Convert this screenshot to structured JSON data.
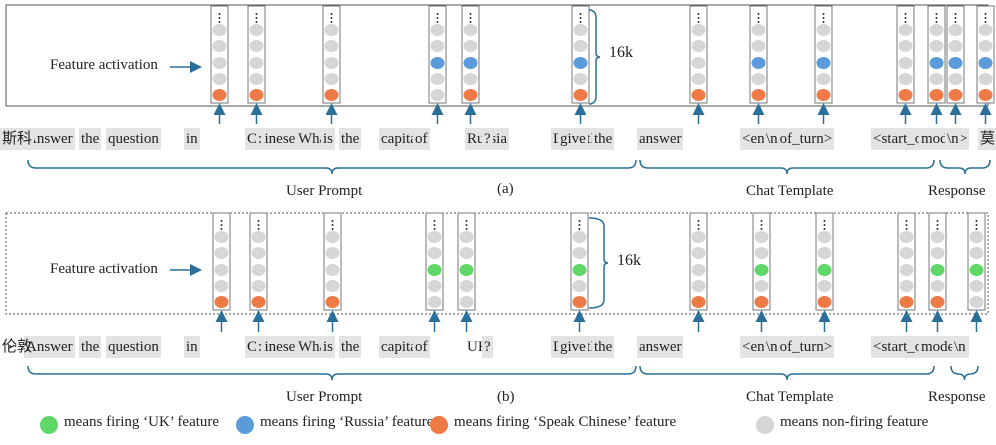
{
  "colors": {
    "uk": "#5fd868",
    "russia": "#5b9bdb",
    "chinese": "#ee7a45",
    "nonfiring": "#d6d6d6",
    "token_bg": "#e3e3e3",
    "arrow": "#2a6f97"
  },
  "panels": [
    {
      "caption": "(a)",
      "feature_label": "Feature activation",
      "dim_label": "16k",
      "tokens": [
        "Answer",
        "the",
        "question",
        "in",
        "Chinese",
        ":",
        "What",
        "is",
        "the",
        "capital",
        "of",
        "Russia",
        "?",
        "Directly",
        "give",
        "the",
        "answer",
        "<end_of_turn>",
        "\\n",
        "<start_of_turn>",
        "model",
        "\\n",
        "莫",
        "斯科"
      ],
      "leading": "···",
      "groups": [
        "User Prompt",
        "Chat Template",
        "Response"
      ],
      "columns": [
        {
          "token": "Chinese",
          "fire": [
            "chinese"
          ]
        },
        {
          "token": ":",
          "fire": [
            "chinese"
          ]
        },
        {
          "token": "capital",
          "fire": [
            "chinese"
          ]
        },
        {
          "token": "Russia",
          "fire": [
            "russia"
          ]
        },
        {
          "token": "?",
          "fire": [
            "russia",
            "chinese"
          ]
        },
        {
          "token": "answer",
          "fire": [
            "russia",
            "chinese"
          ]
        },
        {
          "token": "<end_of_turn>",
          "fire": [
            "chinese"
          ]
        },
        {
          "token": "\\n",
          "fire": [
            "russia",
            "chinese"
          ]
        },
        {
          "token": "<start_of_turn>",
          "fire": [
            "russia",
            "chinese"
          ]
        },
        {
          "token": "model",
          "fire": [
            "chinese"
          ]
        },
        {
          "token": "\\n",
          "fire": [
            "russia",
            "chinese"
          ]
        },
        {
          "token": "莫",
          "fire": [
            "russia",
            "chinese"
          ]
        },
        {
          "token": "斯科",
          "fire": [
            "russia",
            "chinese"
          ]
        }
      ]
    },
    {
      "caption": "(b)",
      "feature_label": "Feature activation",
      "dim_label": "16k",
      "tokens": [
        "Answer",
        "the",
        "question",
        "in",
        "Chinese",
        ":",
        "What",
        "is",
        "the",
        "capital",
        "of",
        "UK",
        "?",
        "Directly",
        "give",
        "the",
        "answer",
        "<end_of_turn>",
        "\\n",
        "<start_of_turn>",
        "model",
        "\\n",
        "伦敦"
      ],
      "leading": "···",
      "groups": [
        "User Prompt",
        "Chat Template",
        "Response"
      ],
      "columns": [
        {
          "token": "Chinese",
          "fire": [
            "chinese"
          ]
        },
        {
          "token": ":",
          "fire": [
            "chinese"
          ]
        },
        {
          "token": "capital",
          "fire": [
            "chinese"
          ]
        },
        {
          "token": "UK",
          "fire": [
            "uk"
          ]
        },
        {
          "token": "?",
          "fire": [
            "uk"
          ]
        },
        {
          "token": "answer",
          "fire": [
            "uk",
            "chinese"
          ]
        },
        {
          "token": "<end_of_turn>",
          "fire": [
            "chinese"
          ]
        },
        {
          "token": "\\n",
          "fire": [
            "uk",
            "chinese"
          ]
        },
        {
          "token": "<start_of_turn>",
          "fire": [
            "uk",
            "chinese"
          ]
        },
        {
          "token": "model",
          "fire": [
            "chinese"
          ]
        },
        {
          "token": "\\n",
          "fire": [
            "uk",
            "chinese"
          ]
        },
        {
          "token": "伦敦",
          "fire": [
            "uk"
          ]
        }
      ]
    }
  ],
  "legend": [
    {
      "key": "uk",
      "text": "means firing ‘UK’ feature"
    },
    {
      "key": "russia",
      "text": "means firing ‘Russia’ feature"
    },
    {
      "key": "chinese",
      "text": "means firing ‘Speak Chinese’ feature"
    },
    {
      "key": "nonfiring",
      "text": "means non-firing feature"
    }
  ]
}
